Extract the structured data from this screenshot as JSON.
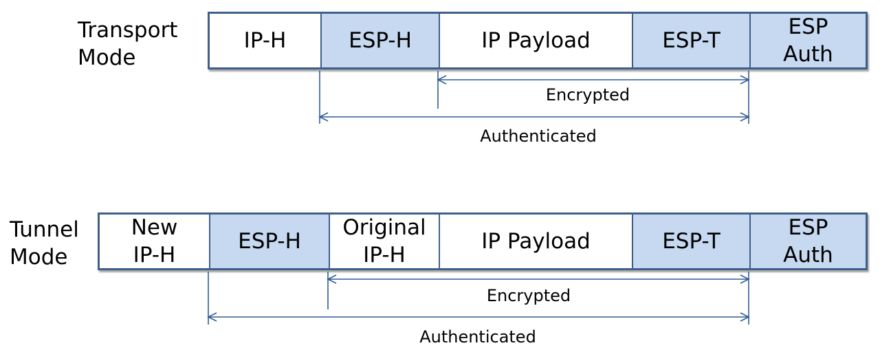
{
  "transport": {
    "label": "Transport\nMode",
    "fields": [
      {
        "text": "IP-H",
        "shaded": false
      },
      {
        "text": "ESP-H",
        "shaded": true
      },
      {
        "text": "IP Payload",
        "shaded": false
      },
      {
        "text": "ESP-T",
        "shaded": true
      },
      {
        "text": "ESP\nAuth",
        "shaded": true
      }
    ],
    "encrypted_label": "Encrypted",
    "authenticated_label": "Authenticated"
  },
  "tunnel": {
    "label": "Tunnel\nMode",
    "fields": [
      {
        "text": "New\nIP-H",
        "shaded": false
      },
      {
        "text": "ESP-H",
        "shaded": true
      },
      {
        "text": "Original\nIP-H",
        "shaded": false
      },
      {
        "text": "IP Payload",
        "shaded": false
      },
      {
        "text": "ESP-T",
        "shaded": true
      },
      {
        "text": "ESP\nAuth",
        "shaded": true
      }
    ],
    "encrypted_label": "Encrypted",
    "authenticated_label": "Authenticated"
  },
  "colors": {
    "border": "#3e5f8a",
    "shaded_fill": "#c6d9f1",
    "arrow": "#2f5c99"
  }
}
